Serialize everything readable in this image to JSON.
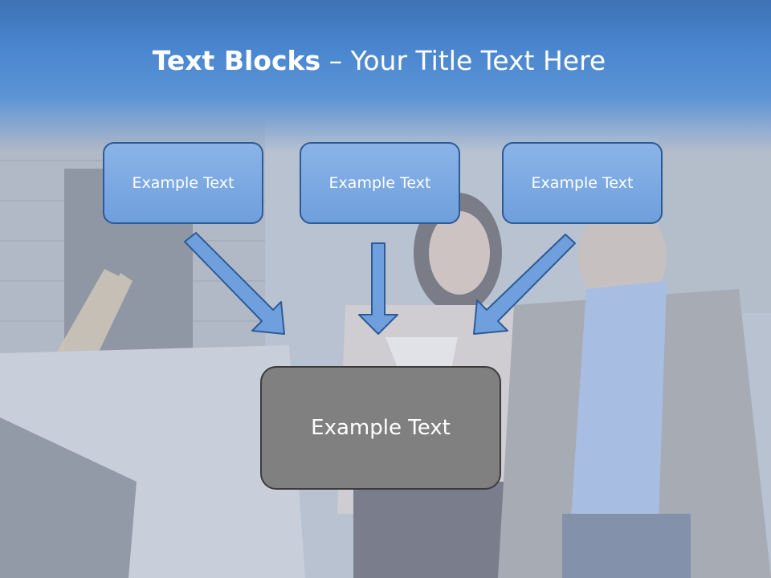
{
  "title": {
    "bold": "Text Blocks",
    "rest": " – Your Title Text Here"
  },
  "blocks": [
    {
      "label": "Example Text"
    },
    {
      "label": "Example Text"
    },
    {
      "label": "Example Text"
    }
  ],
  "main_block": {
    "label": "Example Text"
  },
  "colors": {
    "header": "#4a86cf",
    "block_fill": "#7ea9e1",
    "block_border": "#2d5b96",
    "main_fill": "#808080",
    "arrow_fill": "#6f9fdc"
  }
}
